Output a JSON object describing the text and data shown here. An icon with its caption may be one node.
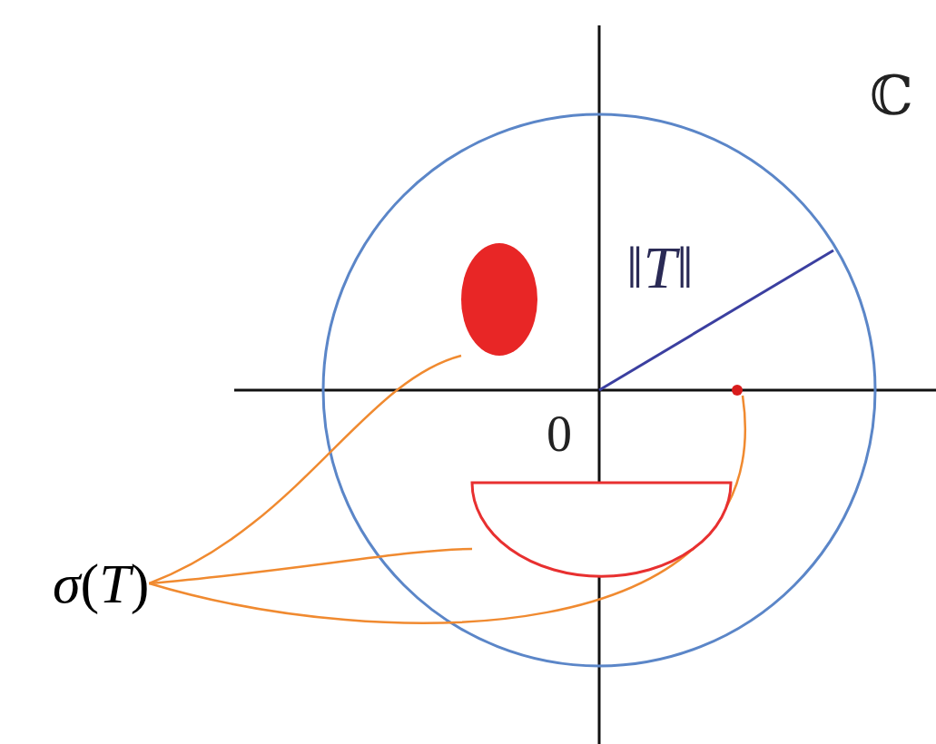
{
  "diagram": {
    "nodes": [
      {
        "text": [
          "*σ*(*T*)"
        ]
      },
      {
        "text": [],
        "shape": "ellipse"
      },
      {
        "text": [],
        "shape": "semicircle"
      },
      {
        "text": [],
        "shape": "dot"
      }
    ],
    "edges": [
      {
        "from": 0,
        "to": 1,
        "arrow": "none"
      },
      {
        "from": 0,
        "to": 2,
        "arrow": "none"
      },
      {
        "from": 0,
        "to": 3,
        "arrow": "none"
      }
    ],
    "labels": [
      "ℂ",
      "‖*T*‖",
      "0"
    ]
  }
}
